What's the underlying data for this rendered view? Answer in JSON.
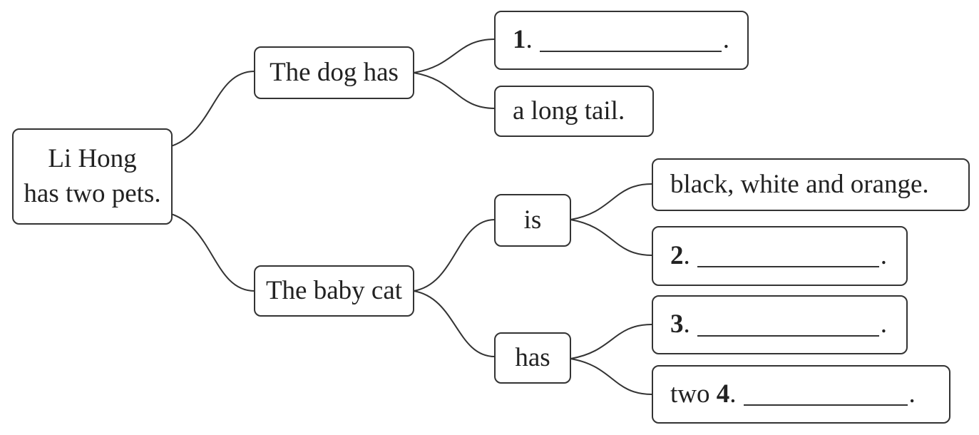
{
  "root": {
    "line1": "Li Hong",
    "line2": "has two pets."
  },
  "dog": {
    "label": "The dog has",
    "item1": {
      "num": "1",
      "after_num": ".",
      "end": "."
    },
    "item2": "a long tail."
  },
  "cat": {
    "label": "The baby cat",
    "is": {
      "label": "is",
      "item1": "black, white and orange.",
      "item2": {
        "num": "2",
        "after_num": ".",
        "end": "."
      }
    },
    "has": {
      "label": "has",
      "item1": {
        "num": "3",
        "after_num": ".",
        "end": "."
      },
      "item2": {
        "prefix": "two ",
        "num": "4",
        "after_num": ".",
        "end": "."
      }
    }
  }
}
